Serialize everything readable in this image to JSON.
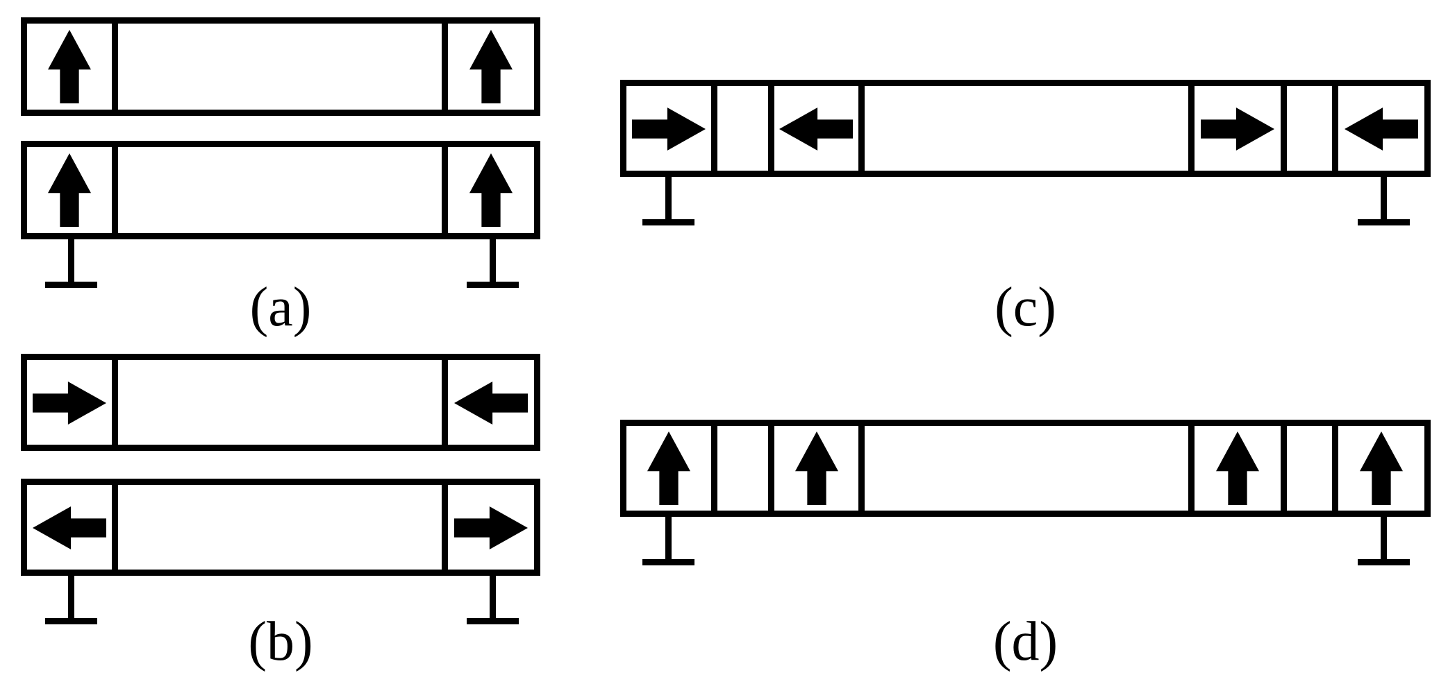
{
  "figure": {
    "colors": {
      "ink": "#000000",
      "background": "#ffffff"
    },
    "panels": [
      {
        "id": "a",
        "label": "(a)",
        "layout": "two stacked bars with end boxes",
        "bars": [
          {
            "arrows": [
              "up",
              "up"
            ]
          },
          {
            "arrows": [
              "up",
              "up"
            ],
            "grounded_ends": [
              "left",
              "right"
            ]
          }
        ]
      },
      {
        "id": "b",
        "label": "(b)",
        "layout": "two stacked bars with end boxes",
        "bars": [
          {
            "arrows": [
              "right",
              "left"
            ]
          },
          {
            "arrows": [
              "left",
              "right"
            ],
            "grounded_ends": [
              "left",
              "right"
            ]
          }
        ]
      },
      {
        "id": "c",
        "label": "(c)",
        "layout": "single long bar: box-gap-box-channel-box-gap-box",
        "arrows": [
          "right",
          "left",
          "right",
          "left"
        ],
        "grounded_ends": [
          "left",
          "right"
        ]
      },
      {
        "id": "d",
        "label": "(d)",
        "layout": "single long bar: box-gap-box-channel-box-gap-box",
        "arrows": [
          "up",
          "up",
          "up",
          "up"
        ],
        "grounded_ends": [
          "left",
          "right"
        ]
      }
    ]
  }
}
